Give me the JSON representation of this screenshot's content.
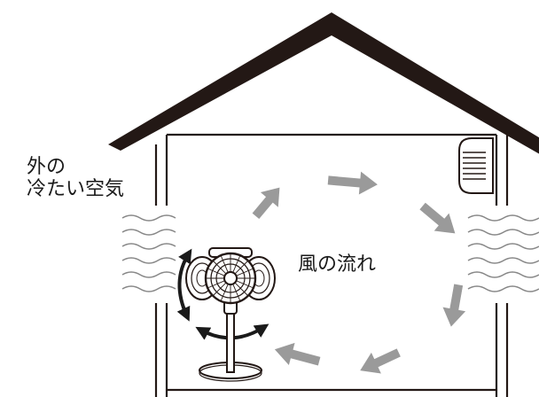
{
  "labels": {
    "outside_air_line1": "外の",
    "outside_air_line2": "冷たい空気",
    "wind_flow": "風の流れ"
  },
  "colors": {
    "roof": "#231815",
    "wall": "#231815",
    "flow_arrow": "#9a9a9a",
    "rotation_arrow": "#1a1a1a",
    "outside_air_wave": "#888888",
    "background": "#ffffff"
  },
  "icons": {
    "house": "house-outline",
    "air_conditioner": "air-conditioner-icon",
    "fan": "circulator-fan-icon",
    "flow": "circular-airflow-arrows",
    "rotation": "rotation-arrows"
  }
}
